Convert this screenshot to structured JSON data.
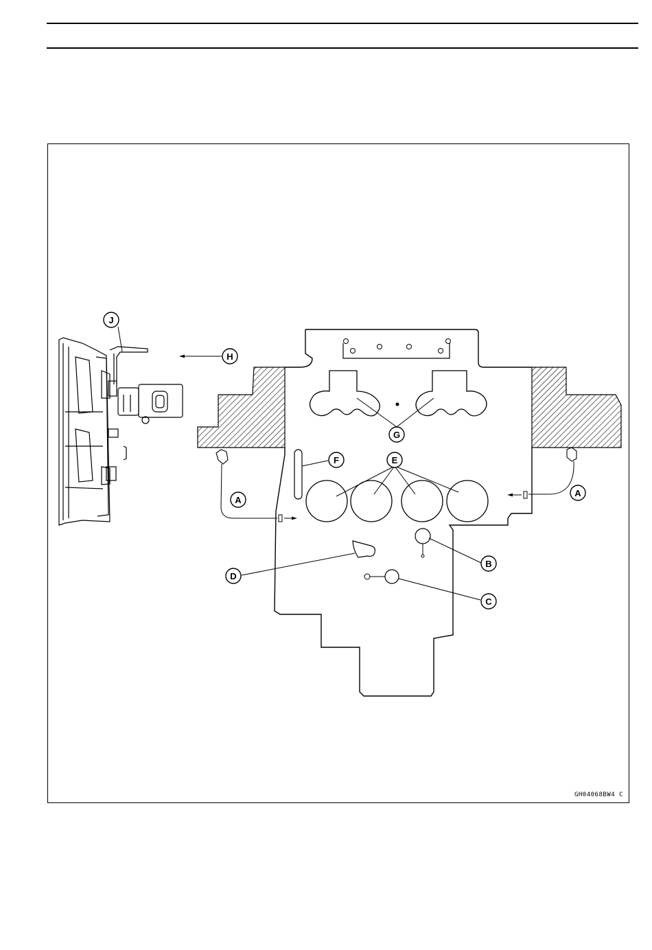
{
  "figure": {
    "code": "GH04068BW4 C",
    "callouts": {
      "A": "A",
      "B": "B",
      "C": "C",
      "D": "D",
      "E": "E",
      "F": "F",
      "G": "G",
      "H": "H",
      "J": "J"
    }
  }
}
